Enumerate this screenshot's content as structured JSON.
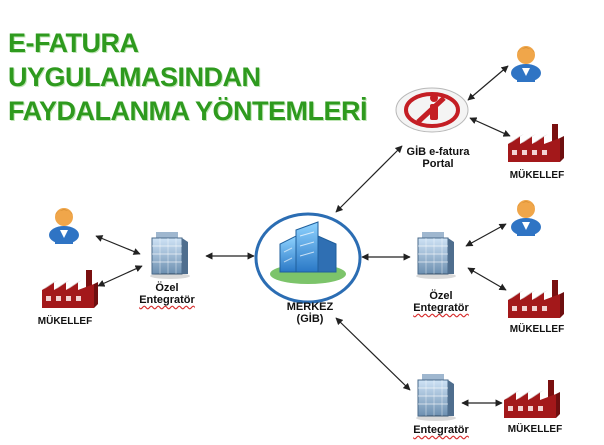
{
  "title": {
    "line1": "E-FATURA",
    "line2": "UYGULAMASINDAN",
    "line3": "FAYDALANMA YÖNTEMLERİ"
  },
  "nodes": {
    "portal": {
      "line1": "GİB e-fatura",
      "line2": "Portal"
    },
    "center": {
      "line1": "MERKEZ",
      "line2": "(GİB)"
    },
    "left_integrator": {
      "line1": "Özel",
      "line2": "Entegratör"
    },
    "right_integrator": {
      "line1": "Özel",
      "line2": "Entegratör"
    },
    "bottom_integrator": {
      "label": "Entegratör"
    },
    "taxpayers": {
      "left": "MÜKELLEF",
      "top_right": "MÜKELLEF",
      "mid_right": "MÜKELLEF",
      "bottom_right": "MÜKELLEF"
    }
  },
  "colors": {
    "title_green": "#2e9a1e",
    "factory_red": "#a3181a",
    "arrow": "#222222",
    "building_blue": "#3b7fc4",
    "user_head": "#f0a64a",
    "user_body": "#2f74c4"
  },
  "icons": {
    "user": "user-icon",
    "factory": "factory-icon",
    "server": "server-building-icon",
    "portal": "info-portal-icon",
    "center": "headquarters-icon"
  }
}
